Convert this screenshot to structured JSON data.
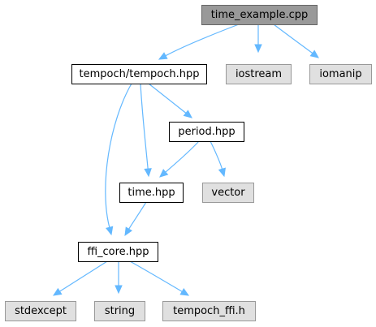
{
  "nodes": [
    {
      "id": "time_example",
      "label": "time_example.cpp",
      "kind": "main"
    },
    {
      "id": "tempoch_hpp",
      "label": "tempoch/tempoch.hpp",
      "kind": "local"
    },
    {
      "id": "iostream",
      "label": "iostream",
      "kind": "system"
    },
    {
      "id": "iomanip",
      "label": "iomanip",
      "kind": "system"
    },
    {
      "id": "period_hpp",
      "label": "period.hpp",
      "kind": "local"
    },
    {
      "id": "time_hpp",
      "label": "time.hpp",
      "kind": "local"
    },
    {
      "id": "vector",
      "label": "vector",
      "kind": "system"
    },
    {
      "id": "ffi_core_hpp",
      "label": "ffi_core.hpp",
      "kind": "local"
    },
    {
      "id": "stdexcept",
      "label": "stdexcept",
      "kind": "system"
    },
    {
      "id": "string",
      "label": "string",
      "kind": "system"
    },
    {
      "id": "tempoch_ffi_h",
      "label": "tempoch_ffi.h",
      "kind": "system"
    }
  ],
  "edges": [
    {
      "from": "time_example",
      "to": "tempoch_hpp"
    },
    {
      "from": "time_example",
      "to": "iostream"
    },
    {
      "from": "time_example",
      "to": "iomanip"
    },
    {
      "from": "tempoch_hpp",
      "to": "period_hpp"
    },
    {
      "from": "tempoch_hpp",
      "to": "time_hpp"
    },
    {
      "from": "tempoch_hpp",
      "to": "ffi_core_hpp"
    },
    {
      "from": "period_hpp",
      "to": "time_hpp"
    },
    {
      "from": "period_hpp",
      "to": "vector"
    },
    {
      "from": "time_hpp",
      "to": "ffi_core_hpp"
    },
    {
      "from": "ffi_core_hpp",
      "to": "stdexcept"
    },
    {
      "from": "ffi_core_hpp",
      "to": "string"
    },
    {
      "from": "ffi_core_hpp",
      "to": "tempoch_ffi_h"
    }
  ],
  "colors": {
    "edge": "#63b8ff",
    "main_fill": "#999999",
    "main_stroke": "#666666",
    "system_fill": "#e0e0e0",
    "system_stroke": "#999999",
    "local_fill": "#ffffff",
    "local_stroke": "#000000"
  }
}
